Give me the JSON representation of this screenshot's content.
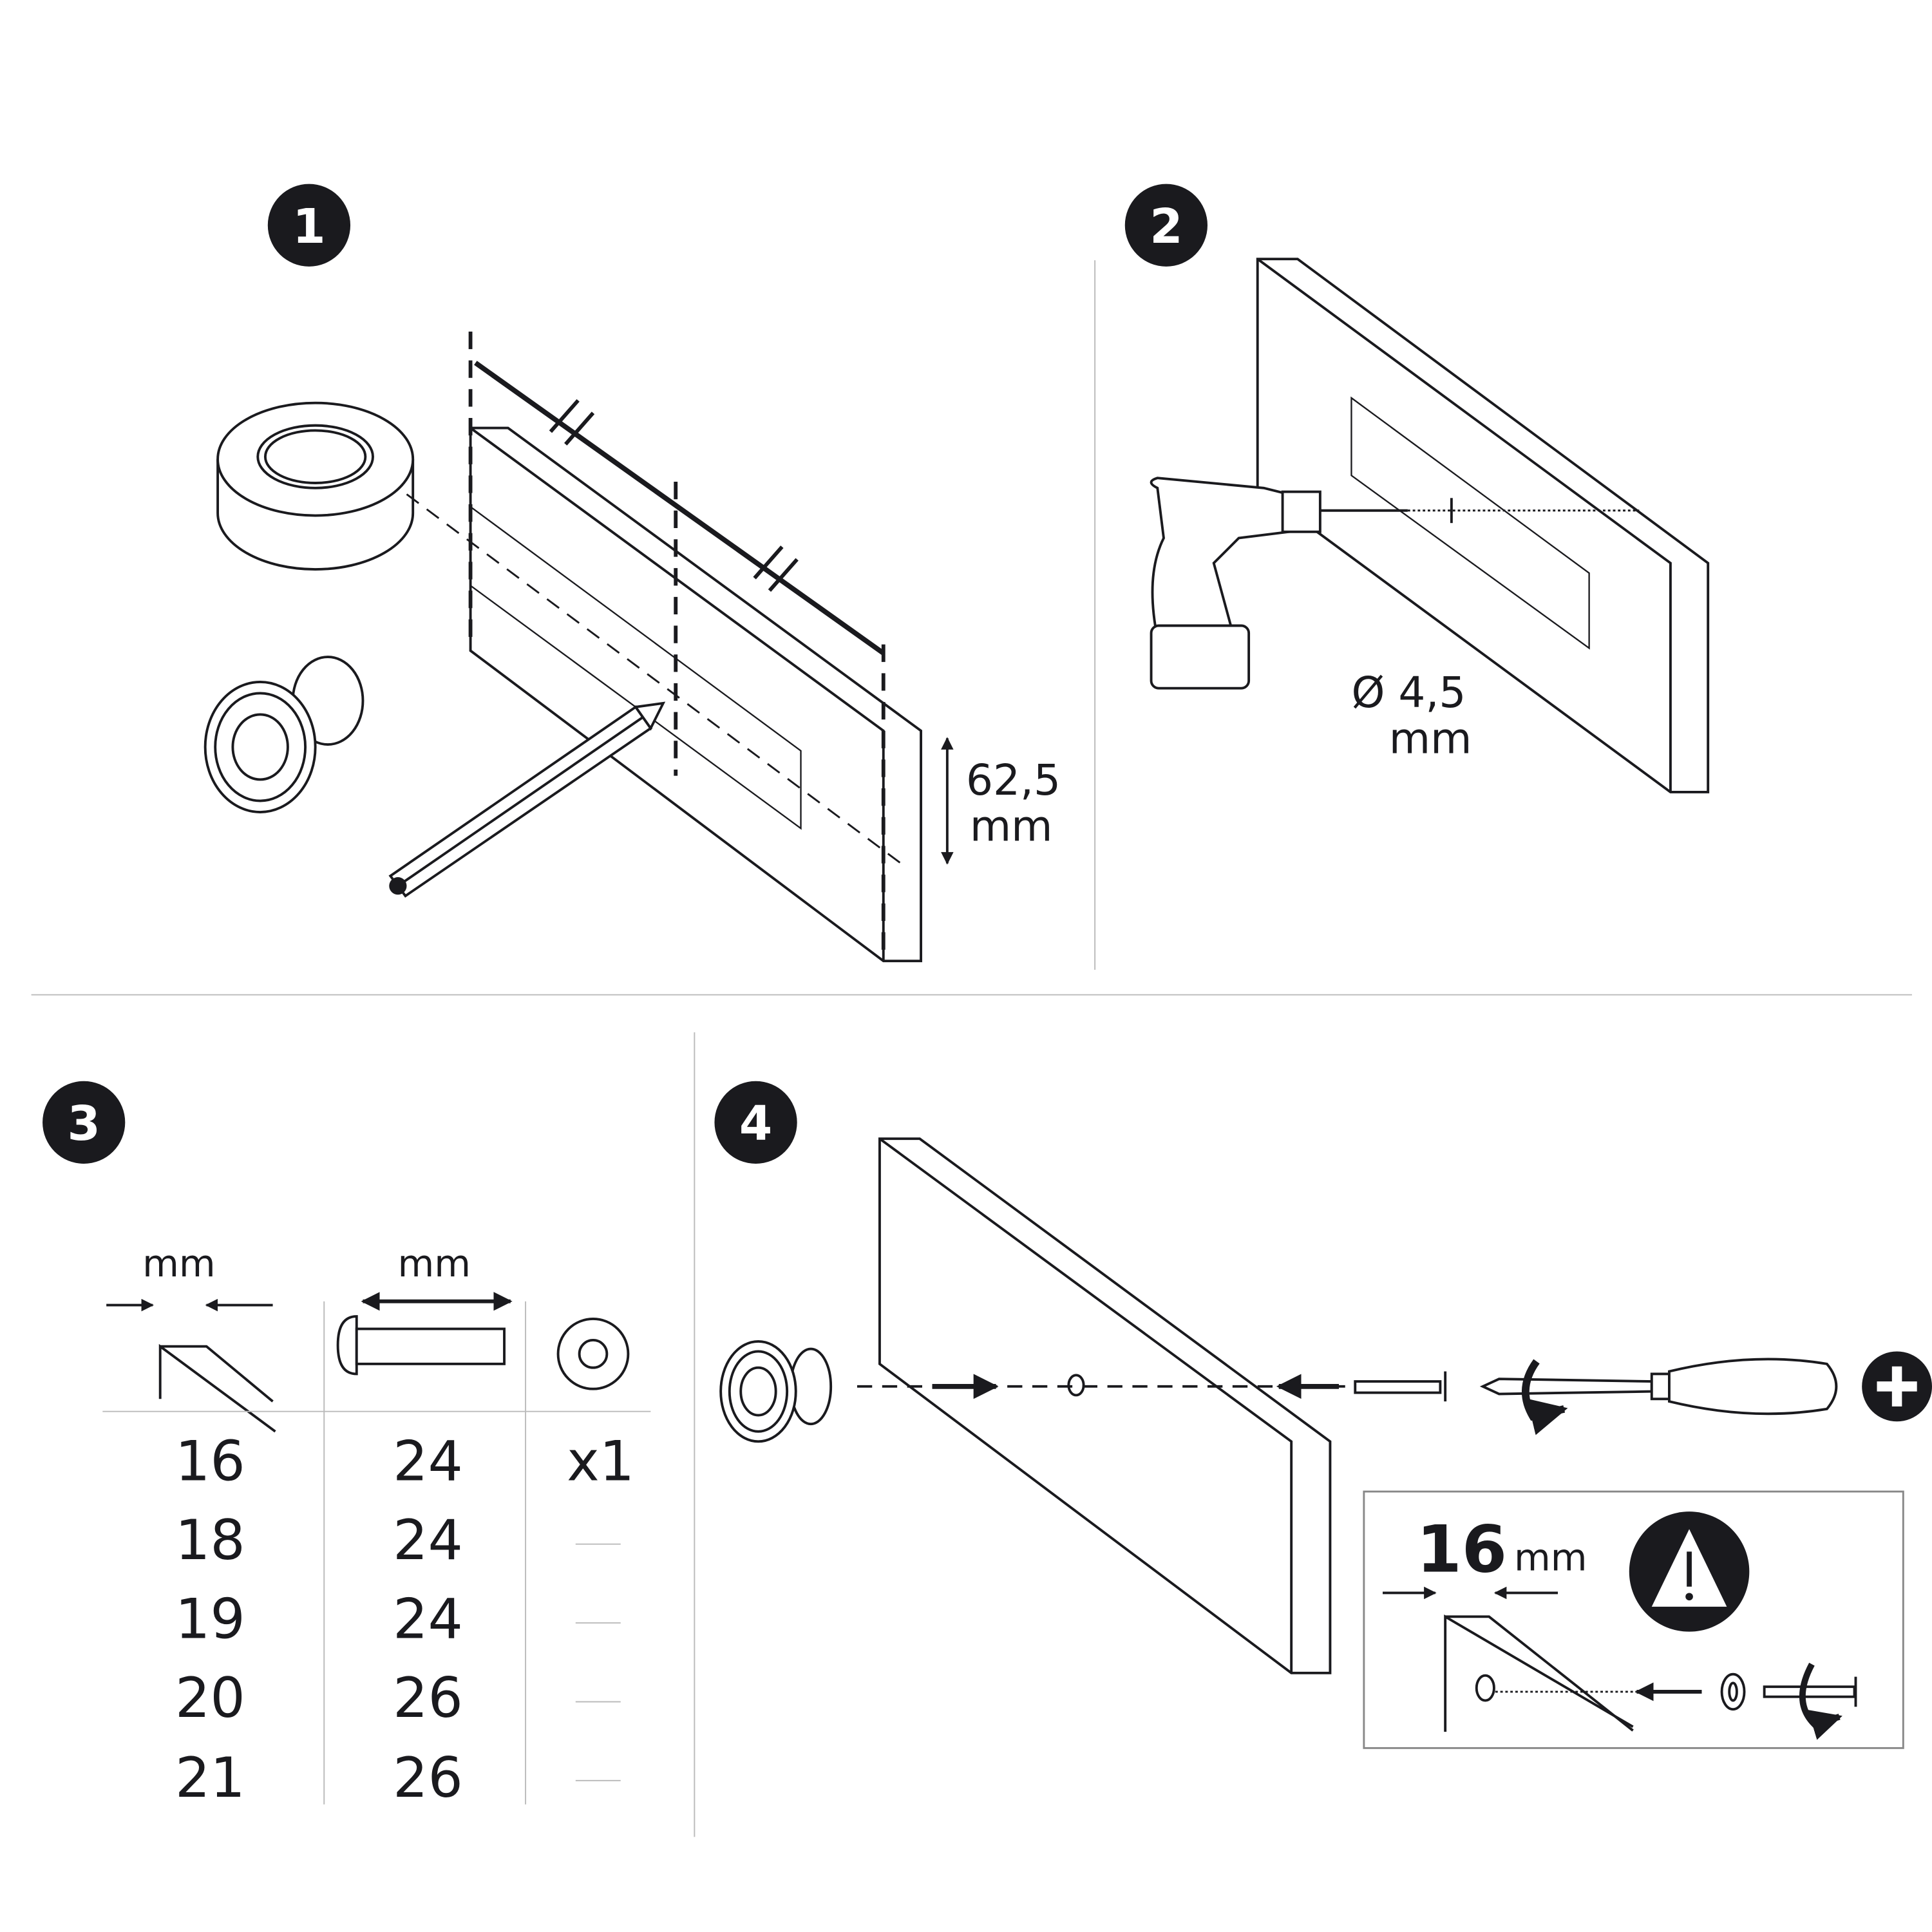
{
  "steps": [
    {
      "number": "1",
      "dimension_value": "62,5",
      "dimension_unit": "mm"
    },
    {
      "number": "2",
      "drill_diameter": "Ø 4,5",
      "drill_unit": "mm"
    },
    {
      "number": "3"
    },
    {
      "number": "4",
      "warning_thickness": "16",
      "warning_unit": "mm"
    }
  ],
  "table": {
    "headers": [
      "mm",
      "mm"
    ],
    "header_icons": [
      "board-thickness-icon",
      "screw-length-icon",
      "washer-icon"
    ],
    "rows": [
      {
        "thickness": "16",
        "screw": "24",
        "washer": "x1"
      },
      {
        "thickness": "18",
        "screw": "24",
        "washer": ""
      },
      {
        "thickness": "19",
        "screw": "24",
        "washer": ""
      },
      {
        "thickness": "20",
        "screw": "26",
        "washer": ""
      },
      {
        "thickness": "21",
        "screw": "26",
        "washer": ""
      }
    ]
  },
  "icons": [
    "tape-roll-icon",
    "knob-icon",
    "pencil-icon",
    "drill-icon",
    "screwdriver-icon",
    "phillips-plus-icon",
    "warning-icon",
    "rotate-arrow-icon"
  ]
}
